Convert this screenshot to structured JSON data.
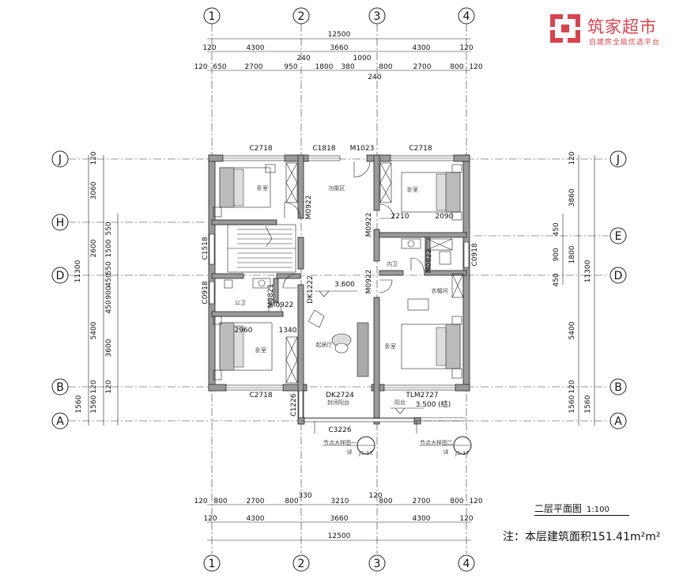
{
  "brand": {
    "name": "筑家超市",
    "tagline": "自建房全能优选平台",
    "logo_icon": "zhujia-logo-icon",
    "color": "#d9434d"
  },
  "axes": {
    "columns": [
      "1",
      "2",
      "3",
      "4"
    ],
    "rows": [
      "J",
      "H",
      "D",
      "B",
      "A",
      "E"
    ]
  },
  "top_dims": {
    "total": "12500",
    "row2": [
      "120",
      "4300",
      "3660",
      "4300",
      "120"
    ],
    "row2_extra": [
      "240",
      "1000"
    ],
    "row3": [
      "120",
      "650",
      "2700",
      "950",
      "1800",
      "380",
      "800",
      "2700",
      "800",
      "120"
    ],
    "row3_extra": "240"
  },
  "bottom_dims": {
    "row1": [
      "120",
      "800",
      "2700",
      "800",
      "330",
      "3210",
      "120",
      "800",
      "2700",
      "800",
      "120"
    ],
    "row2": [
      "120",
      "4300",
      "3660",
      "4300",
      "120"
    ],
    "total": "12500"
  },
  "left_dims": {
    "outer": [
      "120",
      "3060",
      "2600",
      "11300",
      "5400",
      "1560",
      "120"
    ],
    "inner": [
      "550",
      "1500",
      "550",
      "450",
      "900",
      "450",
      "3600",
      "120",
      "1560"
    ]
  },
  "right_dims": {
    "outer": [
      "120",
      "3860",
      "1800",
      "11300",
      "5400",
      "1560"
    ],
    "inner": [
      "450",
      "900",
      "450",
      "120",
      "1560"
    ]
  },
  "rooms": {
    "bedroom": "卧室",
    "function_area": "功能区",
    "public_bath": "公卫",
    "inner_bath": "内卫",
    "cloakroom": "衣帽间",
    "living": "起居厅",
    "closed_balcony": "封闭阳台",
    "balcony": "阳台"
  },
  "labels": {
    "c2718": "C2718",
    "c1818": "C1818",
    "m1023": "M1023",
    "m0922": "M0922",
    "c1518": "C1518",
    "c0918": "C0918",
    "dk1222": "DK1222",
    "m0821": "M0821",
    "m0822": "M0822",
    "dk2724": "DK2724",
    "tlm2727": "TLM2727",
    "c1226": "C1226",
    "c3226": "C3226",
    "d2210": "2210",
    "d2090": "2090",
    "d2960": "2960",
    "d1340": "1340",
    "level_360": "3.600",
    "level_350": "3.500 (结)",
    "detail_1": "节点大样图一",
    "detail_2": "节点大样图二",
    "detail_ref": "详",
    "detail_sub": "JS-17"
  },
  "title": {
    "main": "二层平面图",
    "scale": "1:100"
  },
  "note": "注：本层建筑面积151.41m²m²"
}
